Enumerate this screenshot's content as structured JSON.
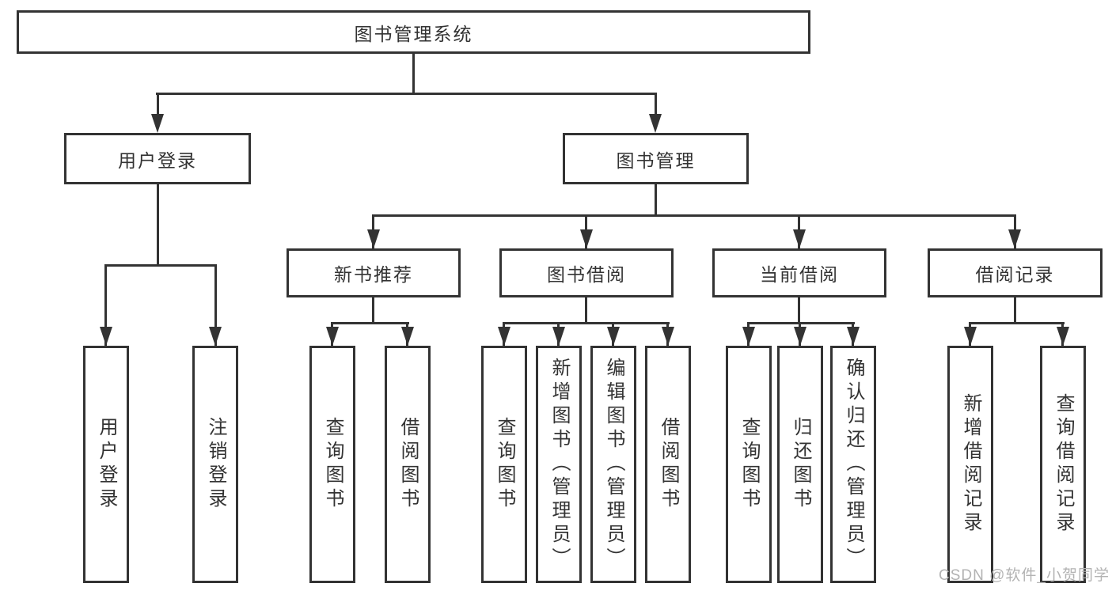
{
  "nodes": {
    "root": "图书管理系统",
    "user_login": "用户登录",
    "book_mgmt": "图书管理",
    "new_book_rec": "新书推荐",
    "book_borrow": "图书借阅",
    "current_borrow": "当前借阅",
    "borrow_record": "借阅记录",
    "login_leaf_1": "用户登录",
    "login_leaf_2": "注销登录",
    "rec_leaf_1": "查询图书",
    "rec_leaf_2": "借阅图书",
    "borrow_leaf_1": "查询图书",
    "borrow_leaf_2": "新增图书（管理员）",
    "borrow_leaf_3": "编辑图书（管理员）",
    "borrow_leaf_4": "借阅图书",
    "current_leaf_1": "查询图书",
    "current_leaf_2": "归还图书",
    "current_leaf_3": "确认归还（管理员）",
    "record_leaf_1": "新增借阅记录",
    "record_leaf_2": "查询借阅记录"
  },
  "watermark": "CSDN @软件_小贺同学",
  "colors": {
    "line": "#333333",
    "text": "#333333",
    "watermark": "#b3b3b3",
    "background": "#ffffff"
  }
}
